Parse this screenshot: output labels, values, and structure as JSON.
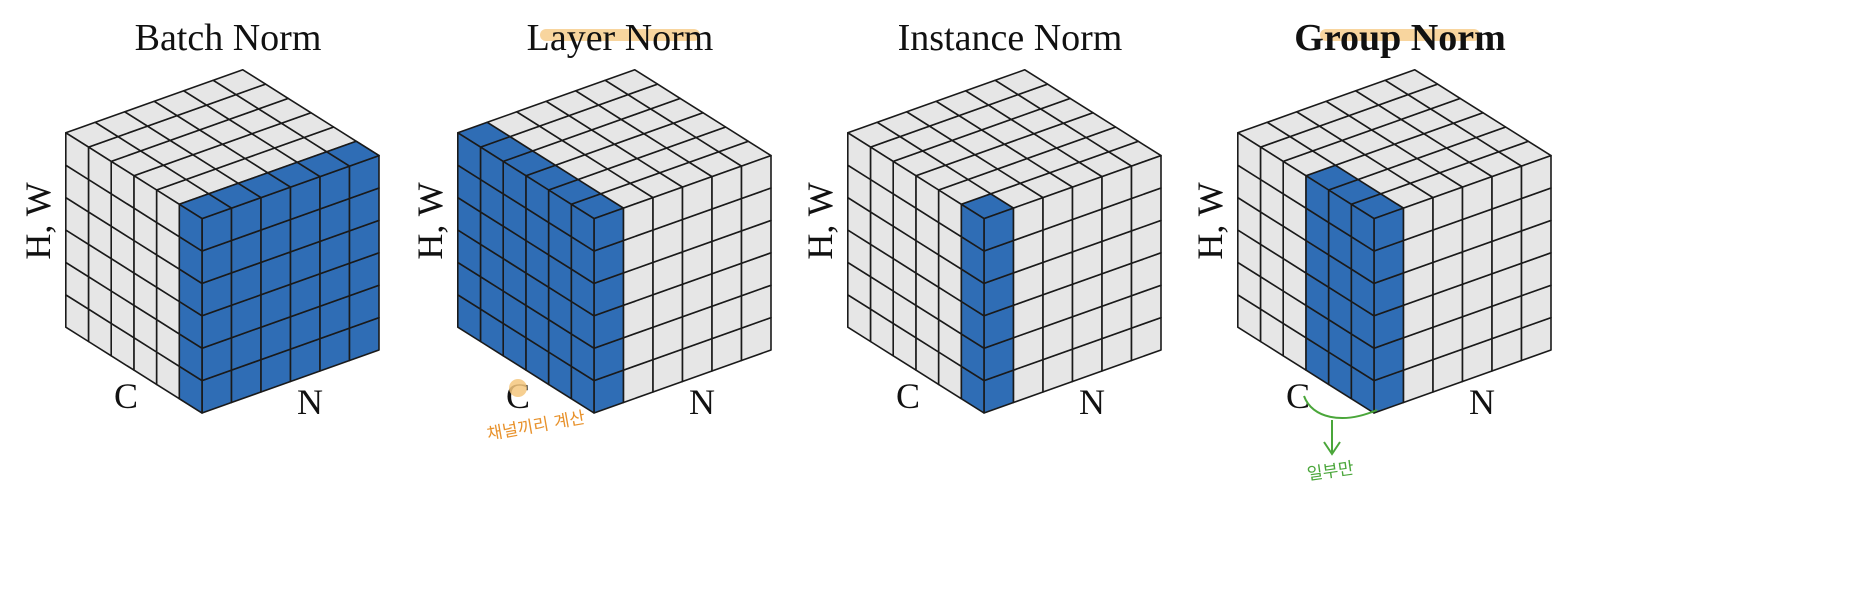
{
  "colors": {
    "cell": "#e6e6e6",
    "highlight": "#2f6db5",
    "edge": "#1a1a1a",
    "highlighter_mark": "#f5c77e",
    "orange_ink": "#e8922c",
    "green_ink": "#4aa63a"
  },
  "cube": {
    "n_slices": 6,
    "c_slices": 6,
    "hw_slices": 6
  },
  "panels": [
    {
      "id": "batch",
      "title": "Batch Norm",
      "title_bold": false,
      "title_highlight": false,
      "axis_labels": {
        "vertical": "H, W",
        "c": "C",
        "n": "N"
      },
      "highlight": {
        "c_range": [
          0,
          6
        ],
        "n_range": [
          0,
          6
        ],
        "hw_range": [
          0,
          6
        ],
        "c_front_only": true
      }
    },
    {
      "id": "layer",
      "title": "Layer Norm",
      "title_bold": false,
      "title_highlight": true,
      "axis_labels": {
        "vertical": "H, W",
        "c": "C",
        "n": "N"
      },
      "highlight": {
        "c_range": [
          0,
          6
        ],
        "n_range": [
          0,
          1
        ],
        "hw_range": [
          0,
          6
        ]
      },
      "annotation": {
        "text": "채널끼리 계산",
        "color_key": "orange_ink"
      }
    },
    {
      "id": "instance",
      "title": "Instance Norm",
      "title_bold": false,
      "title_highlight": false,
      "axis_labels": {
        "vertical": "H, W",
        "c": "C",
        "n": "N"
      },
      "highlight": {
        "c_range": [
          0,
          1
        ],
        "n_range": [
          0,
          1
        ],
        "hw_range": [
          0,
          6
        ]
      }
    },
    {
      "id": "group",
      "title": "Group Norm",
      "title_bold": true,
      "title_highlight": true,
      "axis_labels": {
        "vertical": "H, W",
        "c": "C",
        "n": "N"
      },
      "highlight": {
        "c_range": [
          0,
          3
        ],
        "n_range": [
          0,
          1
        ],
        "hw_range": [
          0,
          6
        ]
      },
      "annotation": {
        "text": "일부만",
        "color_key": "green_ink"
      }
    }
  ]
}
